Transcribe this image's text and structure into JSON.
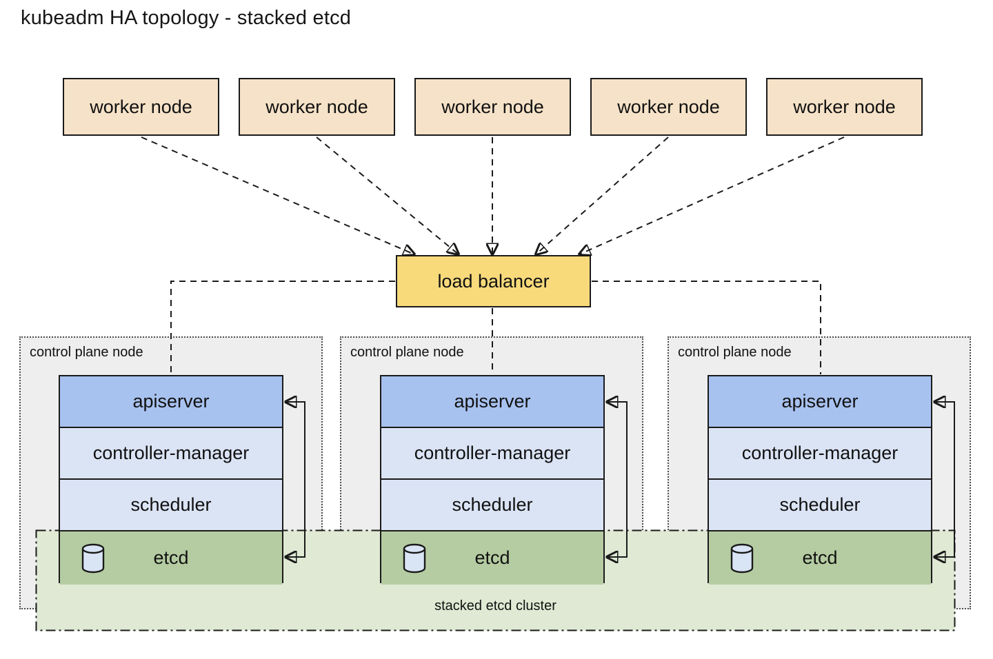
{
  "title": "kubeadm HA topology - stacked etcd",
  "workers": {
    "items": [
      {
        "label": "worker node"
      },
      {
        "label": "worker node"
      },
      {
        "label": "worker node"
      },
      {
        "label": "worker node"
      },
      {
        "label": "worker node"
      }
    ]
  },
  "load_balancer": {
    "label": "load balancer"
  },
  "control_planes": {
    "items": [
      {
        "label": "control plane node",
        "components": [
          {
            "label": "apiserver"
          },
          {
            "label": "controller-manager"
          },
          {
            "label": "scheduler"
          },
          {
            "label": "etcd"
          }
        ]
      },
      {
        "label": "control plane node",
        "components": [
          {
            "label": "apiserver"
          },
          {
            "label": "controller-manager"
          },
          {
            "label": "scheduler"
          },
          {
            "label": "etcd"
          }
        ]
      },
      {
        "label": "control plane node",
        "components": [
          {
            "label": "apiserver"
          },
          {
            "label": "controller-manager"
          },
          {
            "label": "scheduler"
          },
          {
            "label": "etcd"
          }
        ]
      }
    ]
  },
  "stacked_etcd_cluster": {
    "label": "stacked etcd cluster"
  },
  "colors": {
    "worker_fill": "#f6e2c8",
    "load_balancer_fill": "#f8da7b",
    "control_plane_fill": "#eeeeee",
    "apiserver_fill": "#a8c2f0",
    "component_fill": "#dbe4f5",
    "etcd_fill": "#b5cca2",
    "etcd_cluster_fill": "#dfe9d3",
    "cylinder_fill": "#d9e4f4",
    "line_color": "#1a1a1a"
  }
}
